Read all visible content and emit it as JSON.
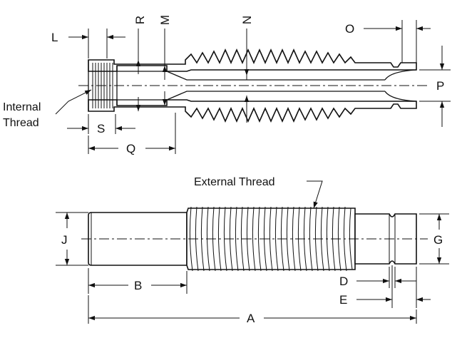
{
  "diagram": {
    "section_view": {
      "labels": {
        "L": "L",
        "R": "R",
        "M": "M",
        "N": "N",
        "O": "O",
        "P": "P",
        "S": "S",
        "Q": "Q"
      },
      "callout": {
        "line1": "Internal",
        "line2": "Thread"
      }
    },
    "side_view": {
      "labels": {
        "J": "J",
        "B": "B",
        "G": "G",
        "D": "D",
        "E": "E",
        "A": "A"
      },
      "callout": "External Thread"
    },
    "colors": {
      "line": "#111111",
      "background": "#ffffff"
    }
  }
}
